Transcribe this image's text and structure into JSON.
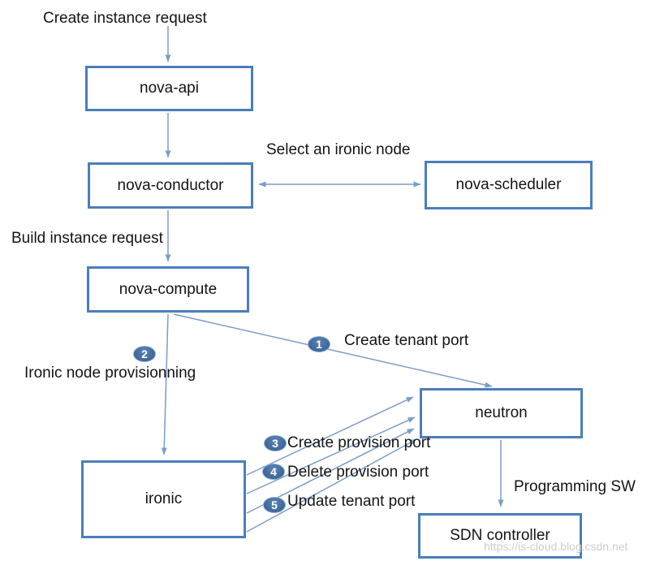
{
  "nodes": [
    {
      "id": "nova-api",
      "label": "nova-api"
    },
    {
      "id": "nova-conductor",
      "label": "nova-conductor"
    },
    {
      "id": "nova-scheduler",
      "label": "nova-scheduler"
    },
    {
      "id": "nova-compute",
      "label": "nova-compute"
    },
    {
      "id": "neutron",
      "label": "neutron"
    },
    {
      "id": "ironic",
      "label": "ironic"
    },
    {
      "id": "sdn-controller",
      "label": "SDN controller"
    }
  ],
  "edge_labels": [
    {
      "id": "create-instance-request",
      "text": "Create instance request"
    },
    {
      "id": "select-ironic-node",
      "text": "Select an ironic node"
    },
    {
      "id": "build-instance-request",
      "text": "Build instance request"
    },
    {
      "id": "programming-sw",
      "text": "Programming SW"
    }
  ],
  "steps": [
    {
      "num": "1",
      "text": "Create tenant port"
    },
    {
      "num": "2",
      "text": "Ironic node provisionning"
    },
    {
      "num": "3",
      "text": "Create provision port"
    },
    {
      "num": "4",
      "text": "Delete provision port"
    },
    {
      "num": "5",
      "text": "Update tenant port"
    }
  ],
  "watermark": "https://is-cloud.blog.csdn.net",
  "colors": {
    "box_border": "#4A7EBB",
    "arrow": "#7B9CC9",
    "badge": "#3F6699",
    "badge_edge": "#8FAFD6",
    "text": "#141414",
    "watermark": "#cdcdcd"
  }
}
